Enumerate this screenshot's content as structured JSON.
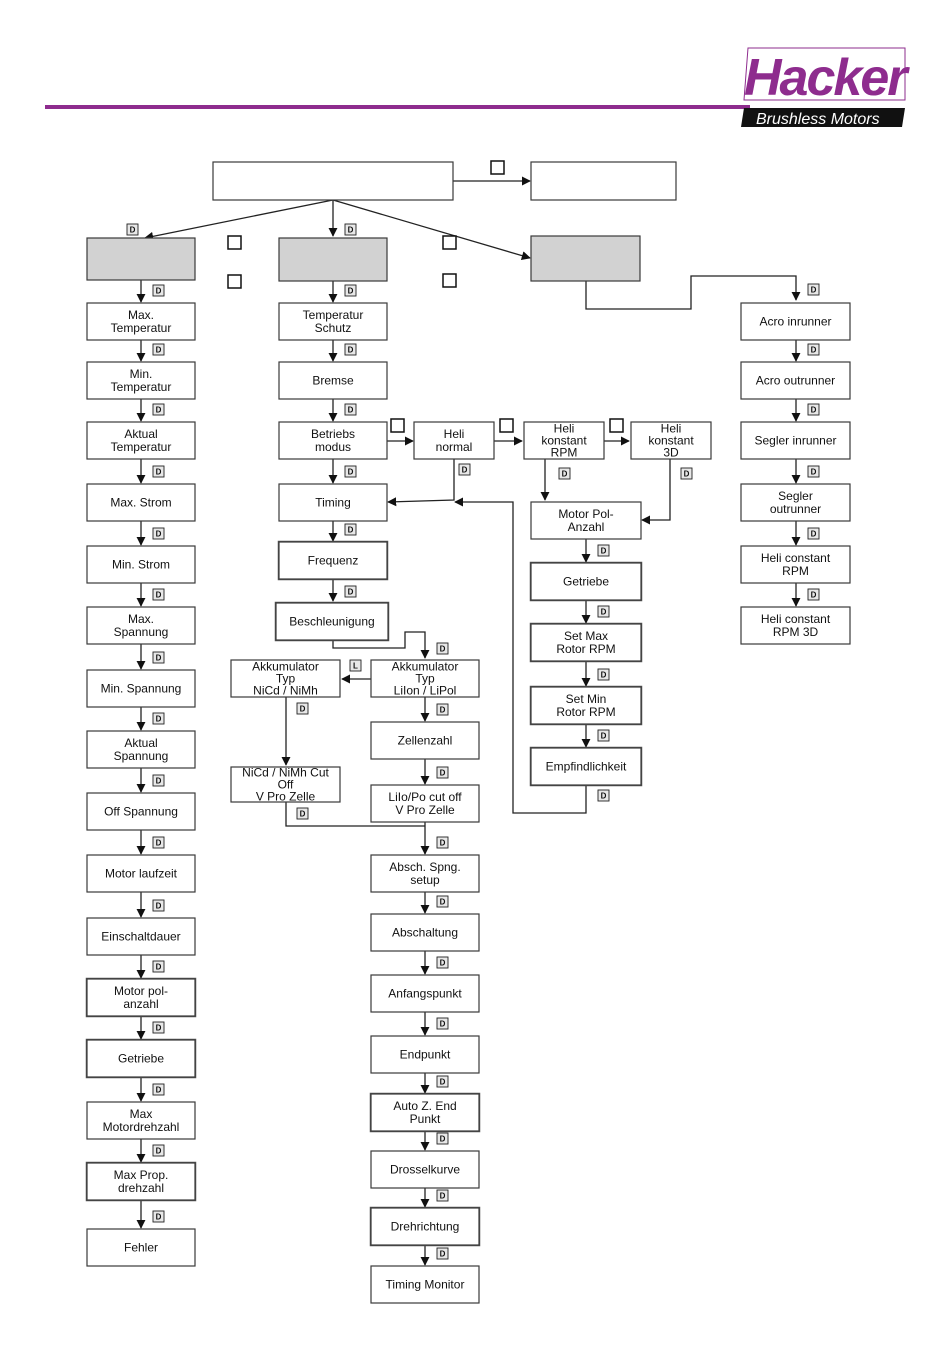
{
  "brand": {
    "name": "Hacker",
    "tagline": "Brushless Motors",
    "accent_color": "#8e2c8e"
  },
  "diagram": {
    "nodes": {
      "root": "",
      "root_right": "",
      "mode_left": "",
      "mode_mid": "",
      "mode_right": "",
      "max_temp": "Max.\nTemperatur",
      "min_temp": "Min.\nTemperatur",
      "akt_temp": "Aktual\nTemperatur",
      "max_strom": "Max. Strom",
      "min_strom": "Min. Strom",
      "max_spann": "Max.\nSpannung",
      "min_spann": "Min. Spannung",
      "akt_spann": "Aktual\nSpannung",
      "off_spann": "Off Spannung",
      "motor_laufzeit": "Motor laufzeit",
      "einschaltdauer": "Einschaltdauer",
      "motor_pol_left": "Motor pol-\nanzahl",
      "getriebe_left": "Getriebe",
      "max_motordreh": "Max\nMotordrehzahl",
      "max_prop": "Max Prop.\ndrehzahl",
      "fehler": "Fehler",
      "temp_schutz": "Temperatur\nSchutz",
      "bremse": "Bremse",
      "betriebs": "Betriebs\nmodus",
      "timing": "Timing",
      "frequenz": "Frequenz",
      "beschleunigung": "Beschleunigung",
      "akku_nicd": "Akkumulator\nTyp\nNiCd / NiMh",
      "akku_lipo": "Akkumulator\nTyp\nLiIon / LiPol",
      "nicd_cut": "NiCd / NiMh Cut\nOff\nV Pro Zelle",
      "zellenzahl": "Zellenzahl",
      "lipo_cut": "LiIo/Po cut off\nV Pro Zelle",
      "absch_setup": "Absch. Spng.\nsetup",
      "abschaltung": "Abschaltung",
      "anfangspunkt": "Anfangspunkt",
      "endpunkt": "Endpunkt",
      "auto_end": "Auto Z. End\nPunkt",
      "drosselkurve": "Drosselkurve",
      "drehrichtung": "Drehrichtung",
      "timing_monitor": "Timing Monitor",
      "heli_normal": "Heli\nnormal",
      "heli_konst_rpm": "Heli\nkonstant\nRPM",
      "heli_konst_3d": "Heli\nkonstant\n3D",
      "motor_pol_mid": "Motor Pol-\nAnzahl",
      "getriebe_mid": "Getriebe",
      "set_max": "Set Max\nRotor RPM",
      "set_min": "Set Min\nRotor RPM",
      "empfind": "Empfindlichkeit",
      "acro_in": "Acro inrunner",
      "acro_out": "Acro outrunner",
      "segler_in": "Segler inrunner",
      "segler_out": "Segler\noutrunner",
      "heli_c_rpm": "Heli constant\nRPM",
      "heli_c_3d": "Heli constant\nRPM 3D"
    },
    "tags": {
      "d": "D",
      "l": "L"
    }
  }
}
